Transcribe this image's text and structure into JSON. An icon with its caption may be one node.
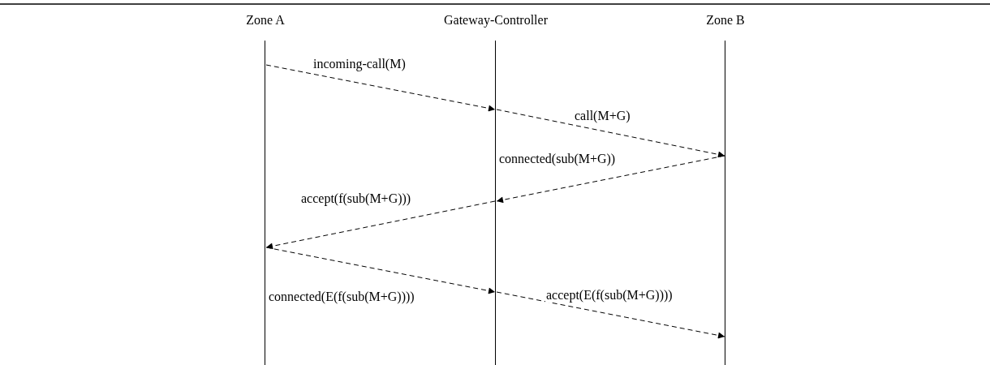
{
  "diagram": {
    "nodes": [
      {
        "text": [
          "Zone A"
        ]
      },
      {
        "text": [
          "Gateway-Controller"
        ]
      },
      {
        "text": [
          "Zone B"
        ]
      }
    ],
    "edges": [
      {
        "from": 0,
        "to": 1,
        "arrow": "to",
        "label": "incoming-call(M)",
        "style": "dashed"
      },
      {
        "from": 1,
        "to": 2,
        "arrow": "to",
        "label": "call(M+G)",
        "style": "dashed"
      },
      {
        "from": 2,
        "to": 1,
        "arrow": "to",
        "label": "connected(sub(M+G))",
        "style": "dashed"
      },
      {
        "from": 1,
        "to": 0,
        "arrow": "to",
        "label": "accept(f(sub(M+G)))",
        "style": "dashed"
      },
      {
        "from": 0,
        "to": 1,
        "arrow": "to",
        "label": "connected(E(f(sub(M+G))))",
        "style": "dashed"
      },
      {
        "from": 1,
        "to": 2,
        "arrow": "to",
        "label": "accept(E(f(sub(M+G))))",
        "style": "dashed"
      }
    ]
  }
}
